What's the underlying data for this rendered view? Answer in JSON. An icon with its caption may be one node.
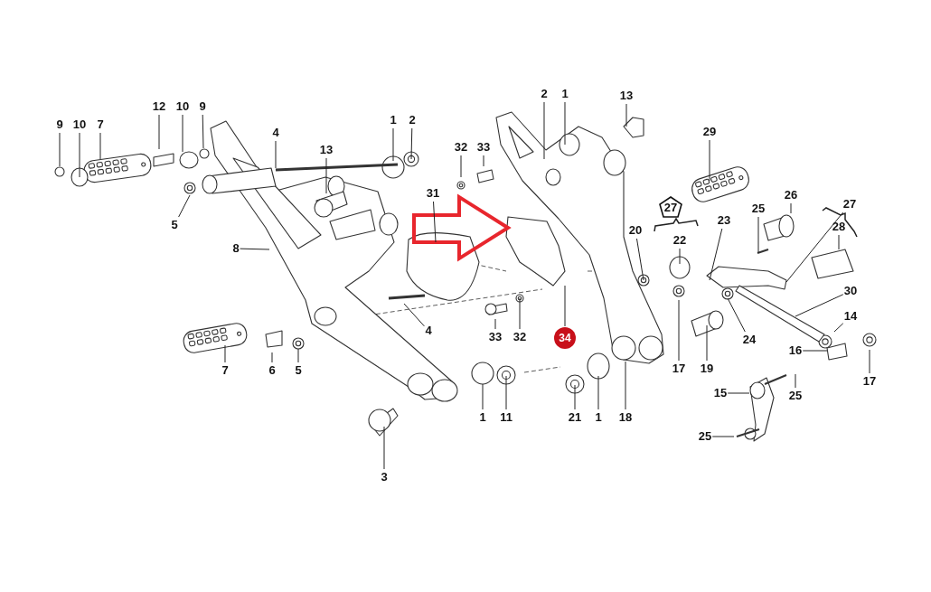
{
  "diagram": {
    "nodes": [
      {
        "text": [
          "9"
        ]
      },
      {
        "text": [
          "10"
        ]
      },
      {
        "text": [
          "7"
        ]
      },
      {
        "text": [
          "12"
        ]
      },
      {
        "text": [
          "10"
        ]
      },
      {
        "text": [
          "9"
        ]
      },
      {
        "text": [
          "4"
        ]
      },
      {
        "text": [
          "5"
        ]
      },
      {
        "text": [
          "8"
        ]
      },
      {
        "text": [
          "13"
        ]
      },
      {
        "text": [
          "1"
        ]
      },
      {
        "text": [
          "2"
        ]
      },
      {
        "text": [
          "32"
        ]
      },
      {
        "text": [
          "33"
        ]
      },
      {
        "text": [
          "31"
        ]
      },
      {
        "text": [
          "4"
        ]
      },
      {
        "text": [
          "33"
        ]
      },
      {
        "text": [
          "32"
        ]
      },
      {
        "text": [
          "34"
        ]
      },
      {
        "text": [
          "7"
        ]
      },
      {
        "text": [
          "6"
        ]
      },
      {
        "text": [
          "5"
        ]
      },
      {
        "text": [
          "3"
        ]
      },
      {
        "text": [
          "1"
        ]
      },
      {
        "text": [
          "11"
        ]
      },
      {
        "text": [
          "2"
        ]
      },
      {
        "text": [
          "1"
        ]
      },
      {
        "text": [
          "13"
        ]
      },
      {
        "text": [
          "29"
        ]
      },
      {
        "text": [
          "26"
        ]
      },
      {
        "text": [
          "27"
        ]
      },
      {
        "text": [
          "20"
        ]
      },
      {
        "text": [
          "22"
        ]
      },
      {
        "text": [
          "23"
        ]
      },
      {
        "text": [
          "25"
        ]
      },
      {
        "text": [
          "27"
        ]
      },
      {
        "text": [
          "28"
        ]
      },
      {
        "text": [
          "30"
        ]
      },
      {
        "text": [
          "14"
        ]
      },
      {
        "text": [
          "16"
        ]
      },
      {
        "text": [
          "17"
        ]
      },
      {
        "text": [
          "19"
        ]
      },
      {
        "text": [
          "24"
        ]
      },
      {
        "text": [
          "17"
        ]
      },
      {
        "text": [
          "15"
        ]
      },
      {
        "text": [
          "25"
        ]
      },
      {
        "text": [
          "21"
        ]
      },
      {
        "text": [
          "1"
        ]
      },
      {
        "text": [
          "18"
        ]
      },
      {
        "text": [
          "25"
        ]
      }
    ],
    "edges": [
      {
        "from": 0,
        "to": null,
        "arrow": "none"
      },
      {
        "from": 1,
        "to": null,
        "arrow": "none"
      },
      {
        "from": 2,
        "to": null,
        "arrow": "none"
      },
      {
        "from": 3,
        "to": null,
        "arrow": "none"
      },
      {
        "from": 4,
        "to": null,
        "arrow": "none"
      },
      {
        "from": 5,
        "to": null,
        "arrow": "none"
      },
      {
        "from": 6,
        "to": null,
        "arrow": "none"
      },
      {
        "from": 7,
        "to": null,
        "arrow": "none"
      },
      {
        "from": 8,
        "to": null,
        "arrow": "none"
      },
      {
        "from": 9,
        "to": null,
        "arrow": "none"
      },
      {
        "from": 10,
        "to": null,
        "arrow": "none"
      },
      {
        "from": 11,
        "to": null,
        "arrow": "none"
      },
      {
        "from": 12,
        "to": null,
        "arrow": "none"
      },
      {
        "from": 13,
        "to": null,
        "arrow": "none"
      },
      {
        "from": 14,
        "to": null,
        "arrow": "none"
      },
      {
        "from": 15,
        "to": null,
        "arrow": "none"
      },
      {
        "from": 16,
        "to": null,
        "arrow": "none"
      },
      {
        "from": 17,
        "to": null,
        "arrow": "none"
      },
      {
        "from": 18,
        "to": null,
        "arrow": "none"
      },
      {
        "from": 19,
        "to": null,
        "arrow": "none"
      },
      {
        "from": 20,
        "to": null,
        "arrow": "none"
      },
      {
        "from": 21,
        "to": null,
        "arrow": "none"
      },
      {
        "from": 22,
        "to": null,
        "arrow": "none"
      },
      {
        "from": 23,
        "to": null,
        "arrow": "none"
      },
      {
        "from": 24,
        "to": null,
        "arrow": "none"
      },
      {
        "from": 25,
        "to": null,
        "arrow": "none"
      },
      {
        "from": 26,
        "to": null,
        "arrow": "none"
      },
      {
        "from": 27,
        "to": null,
        "arrow": "none"
      },
      {
        "from": 28,
        "to": null,
        "arrow": "none"
      },
      {
        "from": 29,
        "to": null,
        "arrow": "none"
      },
      {
        "from": 31,
        "to": null,
        "arrow": "none"
      },
      {
        "from": 32,
        "to": null,
        "arrow": "none"
      },
      {
        "from": 33,
        "to": null,
        "arrow": "none"
      },
      {
        "from": 34,
        "to": null,
        "arrow": "none"
      },
      {
        "from": 35,
        "to": null,
        "arrow": "none"
      },
      {
        "from": 36,
        "to": null,
        "arrow": "none"
      },
      {
        "from": 37,
        "to": null,
        "arrow": "none"
      },
      {
        "from": 38,
        "to": null,
        "arrow": "none"
      },
      {
        "from": 39,
        "to": null,
        "arrow": "none"
      },
      {
        "from": 40,
        "to": null,
        "arrow": "none"
      },
      {
        "from": 41,
        "to": null,
        "arrow": "none"
      },
      {
        "from": 42,
        "to": null,
        "arrow": "none"
      },
      {
        "from": 43,
        "to": null,
        "arrow": "none"
      },
      {
        "from": 44,
        "to": null,
        "arrow": "none"
      },
      {
        "from": 45,
        "to": null,
        "arrow": "none"
      },
      {
        "from": 46,
        "to": null,
        "arrow": "none"
      },
      {
        "from": 47,
        "to": null,
        "arrow": "none"
      },
      {
        "from": 48,
        "to": null,
        "arrow": "none"
      },
      {
        "from": 49,
        "to": null,
        "arrow": "none"
      }
    ]
  }
}
